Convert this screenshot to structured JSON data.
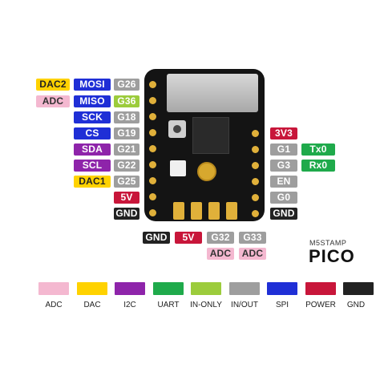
{
  "left_pins": {
    "row1": [
      "DAC2",
      "MOSI",
      "G26"
    ],
    "row2": [
      "ADC",
      "MISO",
      "G36"
    ],
    "row3": [
      "SCK",
      "G18"
    ],
    "row4": [
      "CS",
      "G19"
    ],
    "row5": [
      "SDA",
      "G21"
    ],
    "row6": [
      "SCL",
      "G22"
    ],
    "row7": [
      "DAC1",
      "G25"
    ],
    "row8": [
      "5V"
    ],
    "row9": [
      "GND"
    ]
  },
  "right_pins": {
    "row1": [
      "3V3"
    ],
    "row2": [
      "G1",
      "Tx0"
    ],
    "row3": [
      "G3",
      "Rx0"
    ],
    "row4": [
      "EN"
    ],
    "row5": [
      "G0"
    ],
    "row6": [
      "GND"
    ]
  },
  "bottom_pins": {
    "labels": [
      "GND",
      "5V",
      "G32",
      "G33"
    ],
    "adc": [
      "ADC",
      "ADC"
    ]
  },
  "brand": {
    "maker": "M5STAMP",
    "model": "PICO"
  },
  "legend": [
    {
      "label": "ADC",
      "color": "#f4b8d0"
    },
    {
      "label": "DAC",
      "color": "#ffd200"
    },
    {
      "label": "I2C",
      "color": "#8e24aa"
    },
    {
      "label": "UART",
      "color": "#1faa4b"
    },
    {
      "label": "IN-ONLY",
      "color": "#9ccc3c"
    },
    {
      "label": "IN/OUT",
      "color": "#9e9e9e"
    },
    {
      "label": "SPI",
      "color": "#1f2fd6"
    },
    {
      "label": "POWER",
      "color": "#c8163a"
    },
    {
      "label": "GND",
      "color": "#222222"
    }
  ]
}
